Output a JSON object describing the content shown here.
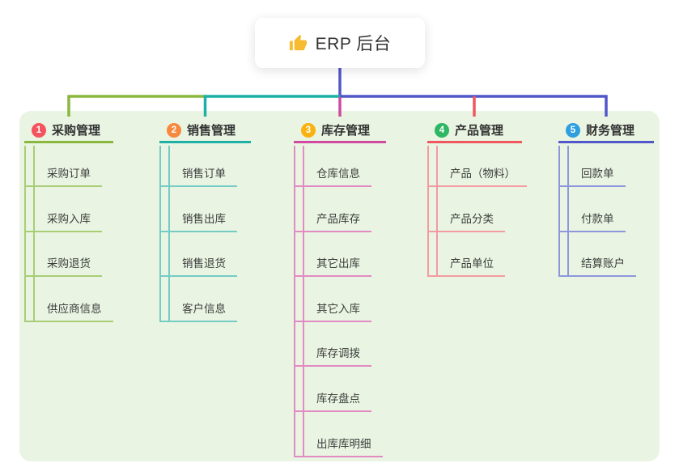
{
  "root": {
    "title": "ERP 后台",
    "icon": "thumbs-up-icon"
  },
  "colors": {
    "canvas_panel": "#e9f5e2",
    "root_link": "#5157c8",
    "thumb_icon": "#f6bb2e"
  },
  "branches": [
    {
      "index": "1",
      "label": "采购管理",
      "color": "#8ab73e",
      "light_color": "#a9cd76",
      "badge_color": "#f4545e",
      "children": [
        "采购订单",
        "采购入库",
        "采购退货",
        "供应商信息"
      ]
    },
    {
      "index": "2",
      "label": "销售管理",
      "color": "#1cb0a6",
      "light_color": "#74ccc5",
      "badge_color": "#f8893c",
      "children": [
        "销售订单",
        "销售出库",
        "销售退货",
        "客户信息"
      ]
    },
    {
      "index": "3",
      "label": "库存管理",
      "color": "#cf4aa0",
      "light_color": "#e28ac4",
      "badge_color": "#f9b211",
      "children": [
        "仓库信息",
        "产品库存",
        "其它出库",
        "其它入库",
        "库存调拨",
        "库存盘点",
        "出库库明细"
      ]
    },
    {
      "index": "4",
      "label": "产品管理",
      "color": "#ef5660",
      "light_color": "#f49ba1",
      "badge_color": "#2fb764",
      "children": [
        "产品（物料）",
        "产品分类",
        "产品单位"
      ]
    },
    {
      "index": "5",
      "label": "财务管理",
      "color": "#5157c8",
      "light_color": "#8e96dc",
      "badge_color": "#2f9fe0",
      "children": [
        "回款单",
        "付款单",
        "结算账户"
      ]
    }
  ]
}
